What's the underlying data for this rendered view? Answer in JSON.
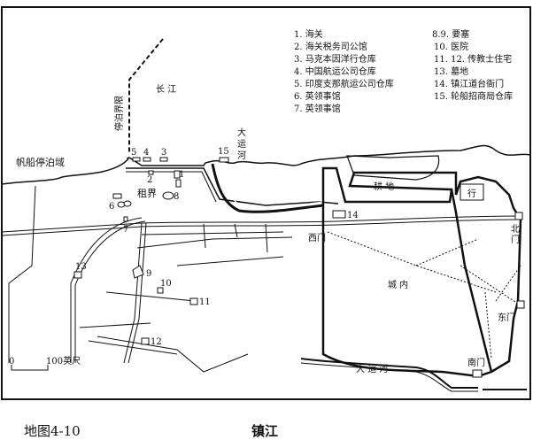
{
  "legend": [
    "1. 海关",
    "2. 海关税务司公馆",
    "3. 马克本因洋行仓库",
    "4. 中国航运公司仓库",
    "5. 印度支那航运公司仓库",
    "6. 英领事馆",
    "7. 英领事馆",
    "8.9. 要塞",
    "10. 医院",
    "11. 12. 传教士住宅",
    "13. 墓地",
    "14. 镇江道台衙门",
    "15. 轮船招商局仓库"
  ],
  "labels": {
    "river": "长 江",
    "anchor_limit": "停泊界限",
    "sail_anchorage": "帆船停泊域",
    "grand_canal_top": [
      "大",
      "运",
      "河"
    ],
    "concession": "租界",
    "farmland": "耕 地",
    "west_gate": "西门",
    "north_gate": [
      "北",
      "门"
    ],
    "east_gate": "东门",
    "south_gate": "南门",
    "city_inside": "城 内",
    "grand_canal_bottom": "大 运 河",
    "firm": "行"
  },
  "markers": [
    "1",
    "2",
    "3",
    "4",
    "5",
    "6",
    "7",
    "8",
    "9",
    "10",
    "11",
    "12",
    "13",
    "14",
    "15"
  ],
  "scale": {
    "zero": "0",
    "hundred": "100英尺"
  },
  "caption": {
    "figure": "地图4-10",
    "title": "镇江"
  }
}
